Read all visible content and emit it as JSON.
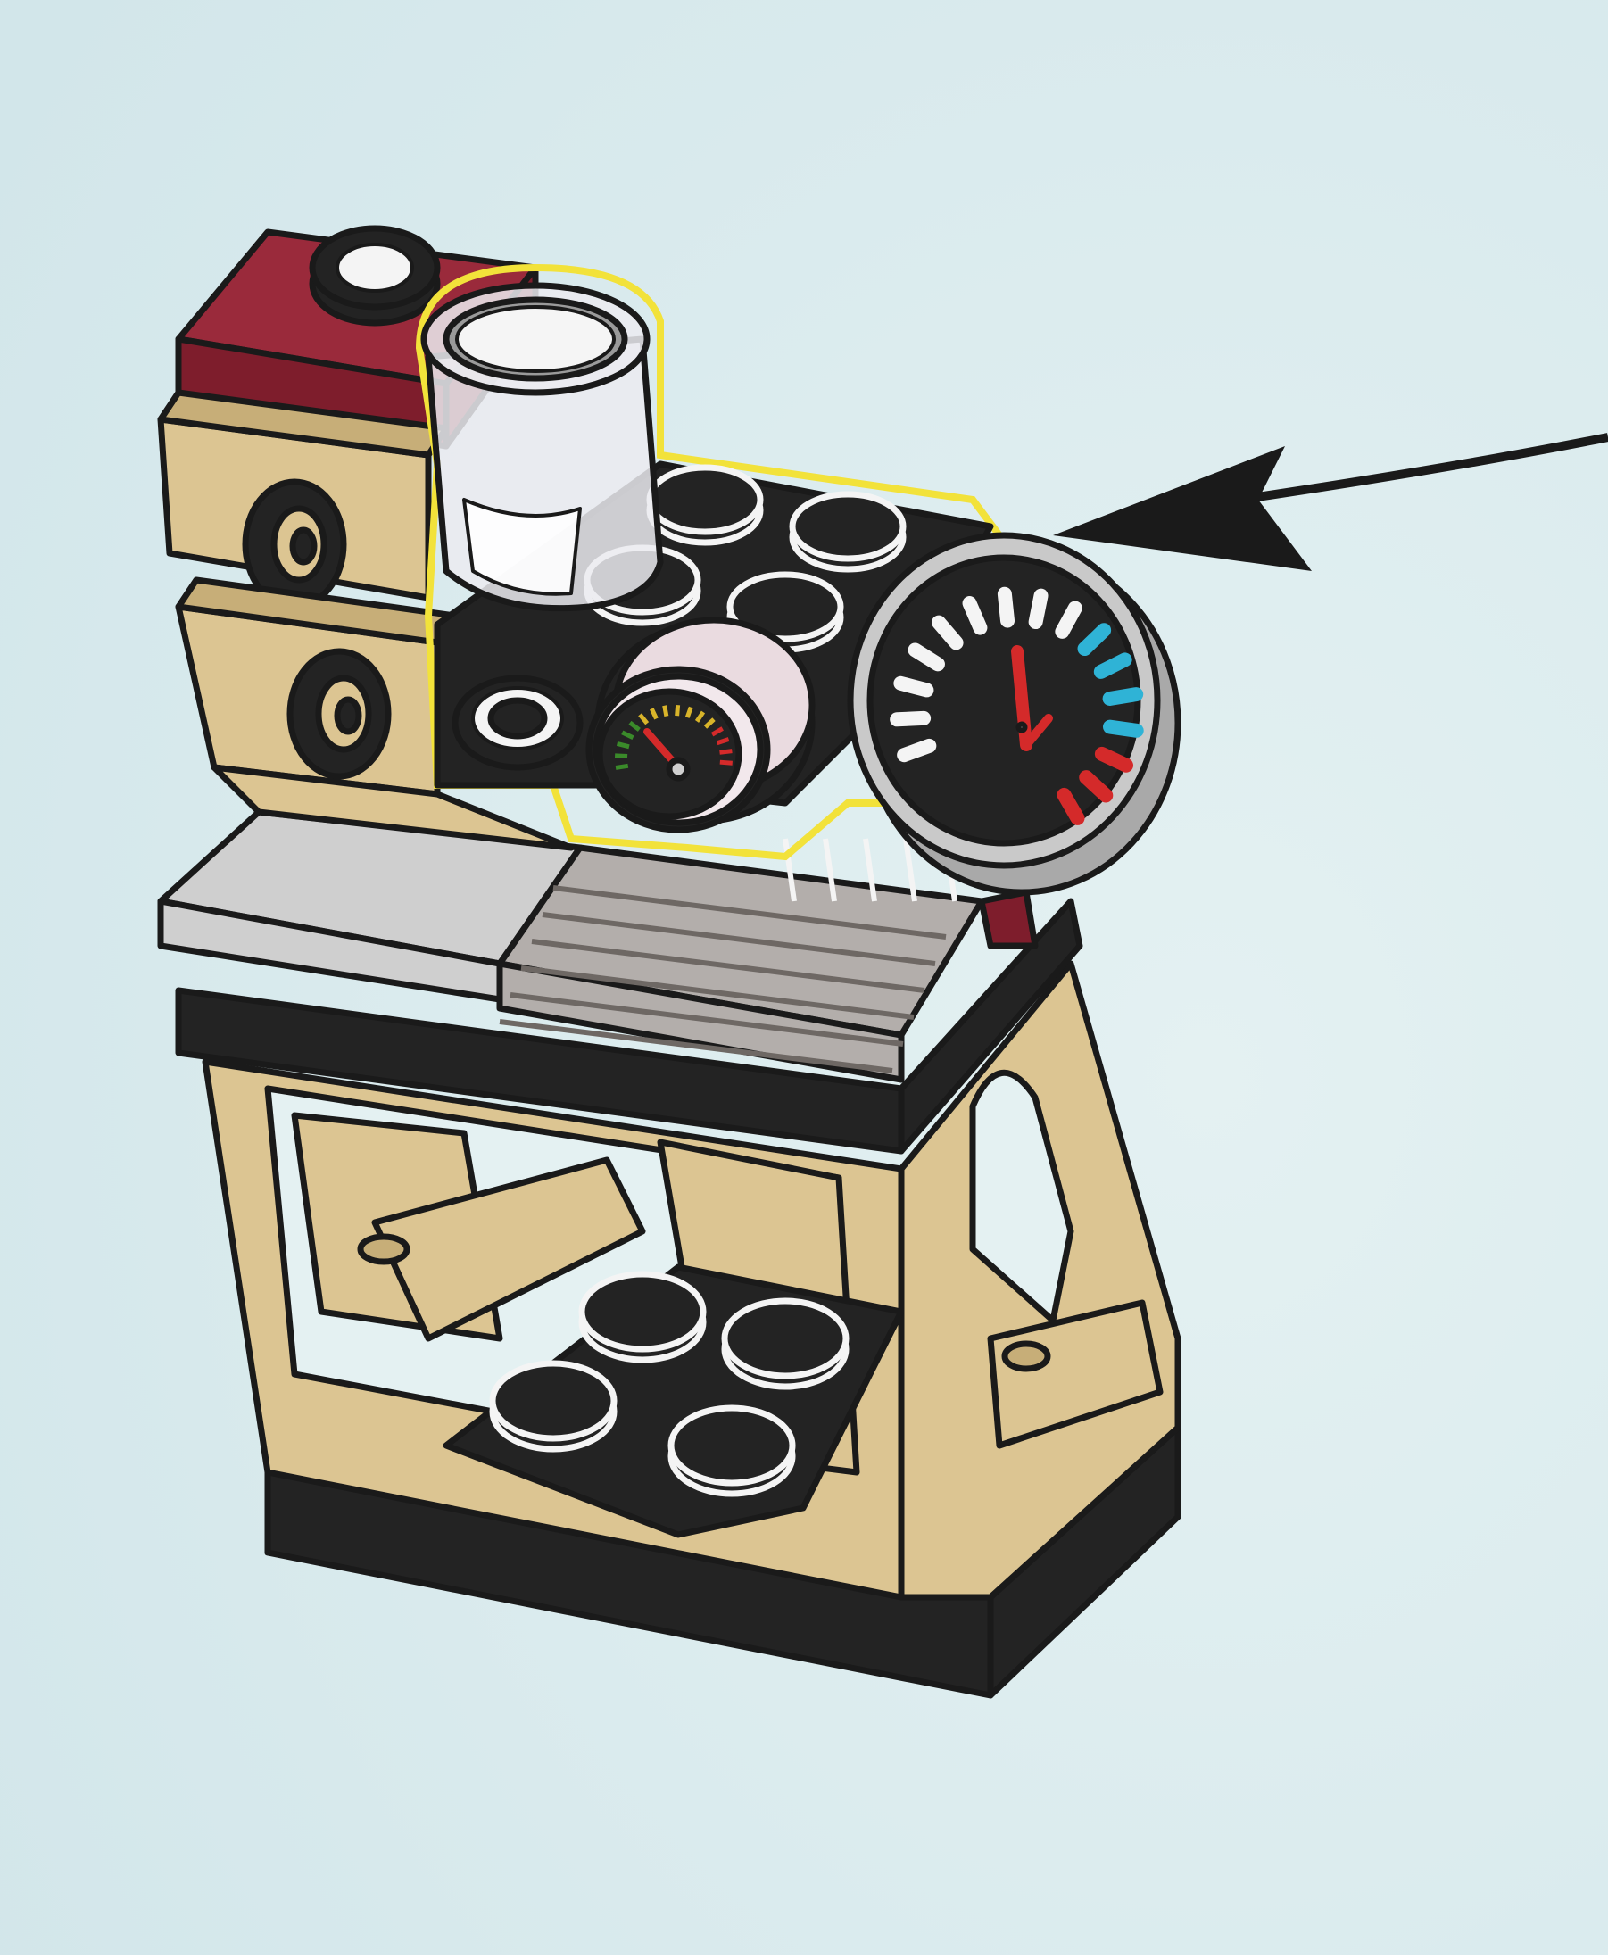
{
  "scene": {
    "subject": "brick-built-coffee-machine-instruction-step",
    "colors": {
      "background": "#d2e6ea",
      "background_light": "#e4f1f2",
      "outline": "#1a1a1a",
      "tan": "#dcc592",
      "tan_shade": "#c7ae78",
      "dark_red": "#7e1d2c",
      "dark_red_top": "#9a2a3b",
      "black_part": "#232323",
      "light_gray": "#cfcfcf",
      "mid_gray": "#b3aeab",
      "highlight_yellow": "#f2e23a",
      "gauge_red": "#d42a2a",
      "gauge_blue": "#2fb3d6",
      "gauge_green": "#3a8a2a",
      "gauge_yellow": "#d8b42a",
      "tile_gray": "#c9c9c9"
    },
    "callout": {
      "part": "round-tile-gauge",
      "arrow_direction": "left"
    },
    "gauge": {
      "white_ticks": 9,
      "blue_ticks": 4,
      "red_ticks": 3,
      "needle": "red"
    }
  }
}
